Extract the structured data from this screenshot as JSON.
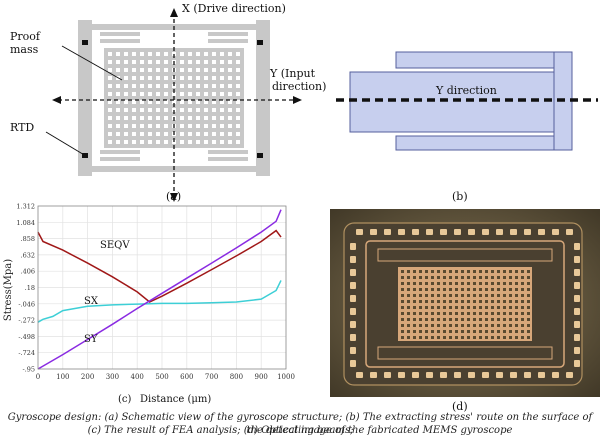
{
  "panel_a": {
    "x_axis_label": "X (Drive direction)",
    "y_axis_label_1": "Y (Input",
    "y_axis_label_2": "direction)",
    "proof_mass_label_1": "Proof",
    "proof_mass_label_2": "mass",
    "rtd_label": "RTD",
    "panel_label": "(a)",
    "color_structure": "#c8c8c8"
  },
  "panel_b": {
    "direction_label": "Y direction",
    "panel_label": "(b)",
    "color_fill": "#c7cfee",
    "color_stroke": "#555f9c"
  },
  "panel_c": {
    "panel_label": "(c)",
    "xlabel": "Distance (μm)",
    "chart_data": {
      "type": "line",
      "xlabel": "Distance (μm)",
      "ylabel": "Stress(Mpa)",
      "xlim": [
        0,
        1000
      ],
      "ylim": [
        -0.95,
        1.312
      ],
      "x_ticks": [
        "0",
        "100",
        "200",
        "300",
        "400",
        "500",
        "600",
        "700",
        "800",
        "900",
        "1000"
      ],
      "y_ticks": [
        "1.312",
        "1.084",
        ".858",
        ".632",
        ".406",
        ".18",
        "-.046",
        "-.272",
        "-.498",
        "-.724",
        "-.95"
      ],
      "series": [
        {
          "name": "SEQV",
          "color": "#a01818",
          "x": [
            0,
            20,
            100,
            200,
            300,
            400,
            450,
            500,
            600,
            700,
            800,
            900,
            960,
            980
          ],
          "y": [
            0.95,
            0.82,
            0.7,
            0.52,
            0.33,
            0.12,
            -0.02,
            0.06,
            0.24,
            0.43,
            0.62,
            0.82,
            0.97,
            0.88
          ]
        },
        {
          "name": "SX",
          "color": "#3dcfd6",
          "x": [
            0,
            20,
            60,
            100,
            200,
            300,
            400,
            500,
            600,
            700,
            800,
            900,
            960,
            980
          ],
          "y": [
            -0.3,
            -0.26,
            -0.22,
            -0.14,
            -0.08,
            -0.06,
            -0.05,
            -0.04,
            -0.04,
            -0.03,
            -0.02,
            0.02,
            0.14,
            0.28
          ]
        },
        {
          "name": "SY",
          "color": "#8a2be2",
          "x": [
            0,
            100,
            200,
            300,
            400,
            500,
            600,
            700,
            800,
            900,
            960,
            980
          ],
          "y": [
            -0.95,
            -0.75,
            -0.54,
            -0.33,
            -0.11,
            0.1,
            0.31,
            0.52,
            0.73,
            0.95,
            1.1,
            1.26
          ]
        }
      ]
    }
  },
  "panel_d": {
    "panel_label": "(d)",
    "color_chip": "#6a5a3e",
    "color_mass": "#d7a77a"
  },
  "caption": {
    "line1": "Gyroscope design: (a) Schematic view of the gyroscope structure; (b) The extracting stress' route on the surface of the detecting beams;",
    "line2": "(c) The result of FEA analysis; (d) Optical image of the fabricated MEMS gyroscope"
  }
}
